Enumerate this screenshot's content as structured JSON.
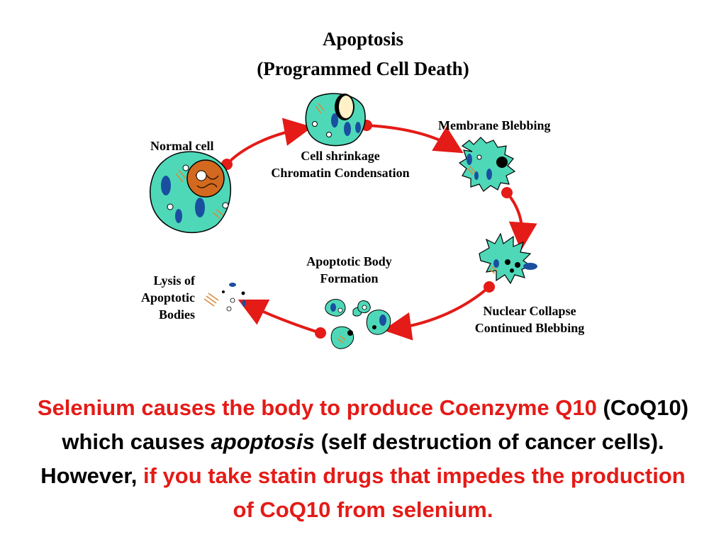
{
  "title": {
    "line1": "Apoptosis",
    "line2": "(Programmed Cell Death)"
  },
  "stages": {
    "normal": "Normal cell",
    "shrinkage_1": "Cell shrinkage",
    "shrinkage_2": "Chromatin Condensation",
    "blebbing": "Membrane Blebbing",
    "collapse_1": "Nuclear Collapse",
    "collapse_2": "Continued Blebbing",
    "body_1": "Apoptotic Body",
    "body_2": "Formation",
    "lysis_1": "Lysis of",
    "lysis_2": "Apoptotic",
    "lysis_3": "Bodies"
  },
  "caption": {
    "part1_red": "Selenium causes the body to produce Coenzyme Q10",
    "part2": "(CoQ10) which causes",
    "part3_italic": "apoptosis",
    "part4": "(self destruction of cancer cells). However,",
    "part5_red": "if you take statin drugs that impedes the production of CoQ10 from selenium."
  },
  "colors": {
    "cell_fill": "#4ed8b8",
    "arrow": "#e41b17",
    "nucleus": "#d2691e",
    "organelle": "#1a4fa0",
    "highlight_text": "#e41b17"
  }
}
